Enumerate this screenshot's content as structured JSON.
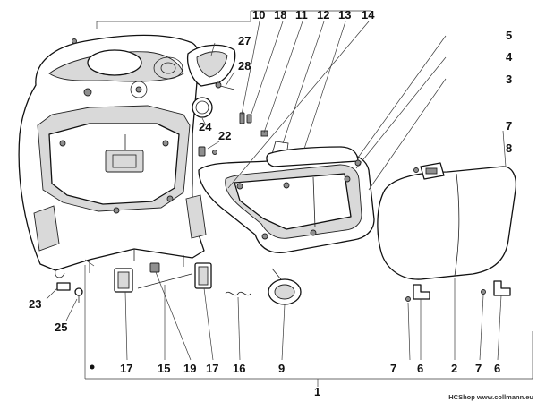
{
  "figure": {
    "callouts_top": [
      "10",
      "18",
      "11",
      "12",
      "13",
      "14"
    ],
    "callouts_right": [
      "5",
      "4",
      "3",
      "7",
      "8"
    ],
    "callouts_mid": [
      "27",
      "28",
      "24",
      "22"
    ],
    "callouts_left": [
      "23",
      "25"
    ],
    "callouts_bottom": [
      "17",
      "15",
      "19",
      "17",
      "16",
      "9",
      "7",
      "6",
      "2",
      "7",
      "6"
    ],
    "assembly_label": "1",
    "credit": "HCShop www.collmann.eu"
  }
}
